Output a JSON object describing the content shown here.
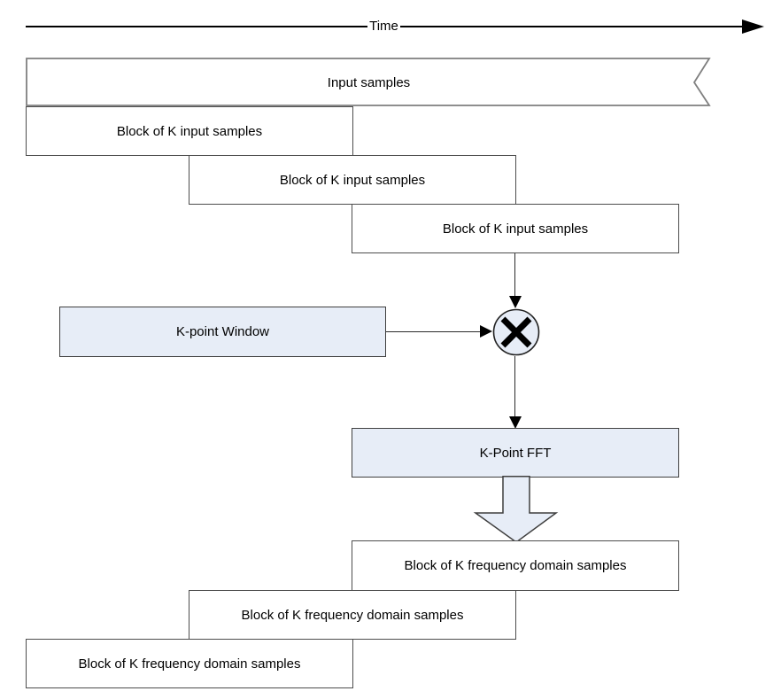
{
  "diagram": {
    "title_hint": "Short-time FFT block processing diagram",
    "time_axis": {
      "label": "Time"
    },
    "input_stream": {
      "label": "Input samples"
    },
    "input_blocks": [
      {
        "label": "Block of K input samples"
      },
      {
        "label": "Block of K input samples"
      },
      {
        "label": "Block of K input samples"
      }
    ],
    "window_box": {
      "label": "K-point Window"
    },
    "multiplier": {
      "icon": "multiply-x"
    },
    "fft_box": {
      "label": "K-Point FFT"
    },
    "output_blocks": [
      {
        "label": "Block of K frequency domain samples"
      },
      {
        "label": "Block of K frequency domain samples"
      },
      {
        "label": "Block of K frequency domain samples"
      }
    ]
  },
  "colors": {
    "accent_fill": "#e7edf7",
    "box_border": "#4d4d4d",
    "line_color": "#000000",
    "stream_border": "#7f7f7f"
  }
}
